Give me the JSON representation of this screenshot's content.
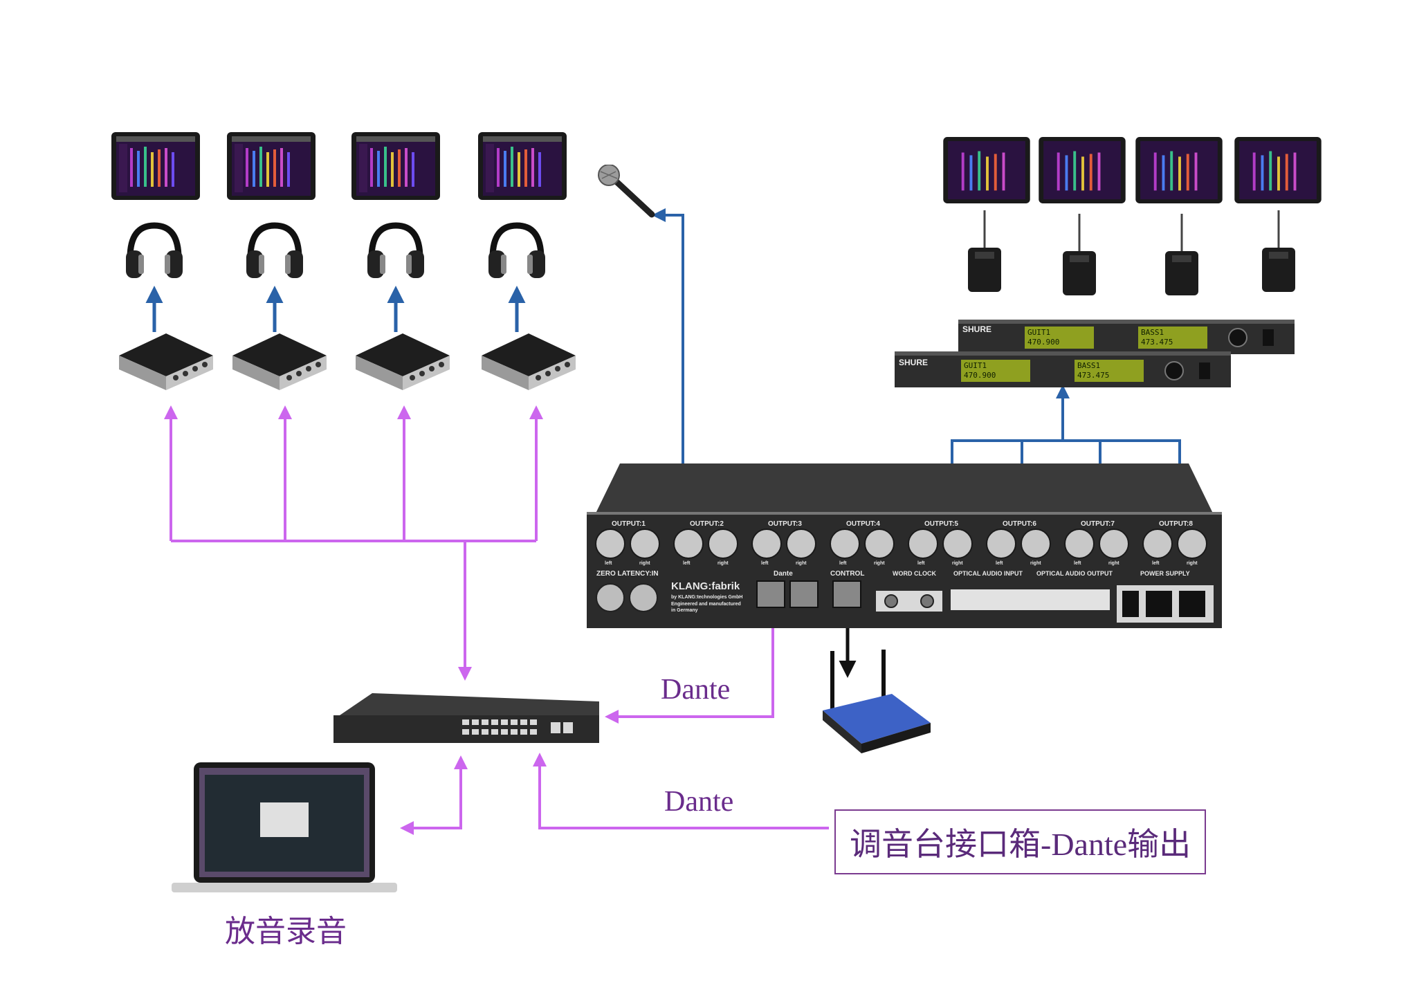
{
  "colors": {
    "purple_line": "#cc66ee",
    "blue_line": "#2a62a8",
    "black_line": "#111111",
    "label_purple": "#6a2c8c",
    "panel": "#2b2b2b"
  },
  "labels": {
    "dante_switch": "Dante",
    "dante_bottom": "Dante",
    "interface_output": "调音台接口箱-Dante输出",
    "playback_record": "放音录音"
  },
  "panel": {
    "brand": "KLANG:fabrik",
    "brand_sub1": "by KLANG:technologies GmbH",
    "brand_sub2": "Engineered and manufactured",
    "brand_sub3": "in Germany",
    "outputs": [
      "OUTPUT:1",
      "OUTPUT:2",
      "OUTPUT:3",
      "OUTPUT:4",
      "OUTPUT:5",
      "OUTPUT:6",
      "OUTPUT:7",
      "OUTPUT:8"
    ],
    "sub_left": "left",
    "sub_right": "right",
    "zero_latency": "ZERO LATENCY:IN",
    "dante": "Dante",
    "control": "CONTROL",
    "word_clock": "WORD CLOCK",
    "optical_in": "OPTICAL AUDIO INPUT",
    "optical_out": "OPTICAL AUDIO OUTPUT",
    "power": "POWER SUPPLY"
  },
  "receiver": {
    "brand": "SHURE",
    "ch1_name": "GUIT1",
    "ch1_freq": "470.900",
    "ch2_name": "BASS1",
    "ch2_freq": "473.475"
  },
  "icons": {
    "tablet": "tablet-mixer-app-icon",
    "headphones": "headphones-icon",
    "amp": "headphone-amp-icon",
    "mic": "microphone-icon",
    "iem": "bodypack-receiver-icon",
    "switch": "network-switch-icon",
    "router": "wifi-router-icon",
    "laptop": "laptop-icon"
  }
}
